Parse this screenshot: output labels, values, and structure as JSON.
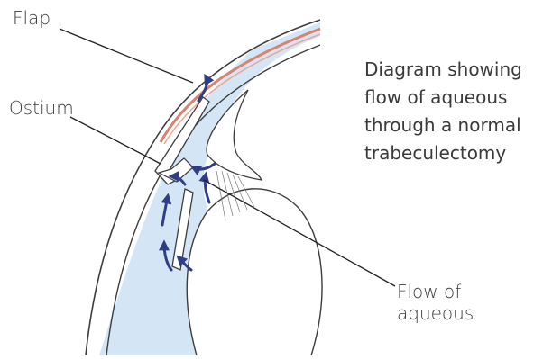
{
  "labels": {
    "flap": "Flap",
    "ostium": "Ostium",
    "flow": "Flow of aqueous"
  },
  "caption": {
    "lines": [
      "Diagram showing",
      "flow of aqueous",
      "through a normal",
      "trabeculectomy"
    ]
  },
  "colors": {
    "aqueous_fill": "#d4e6f5",
    "flap_stripe": "#d9826f",
    "flow_arrows": "#2f3e86",
    "outline": "#3c3c3c"
  }
}
